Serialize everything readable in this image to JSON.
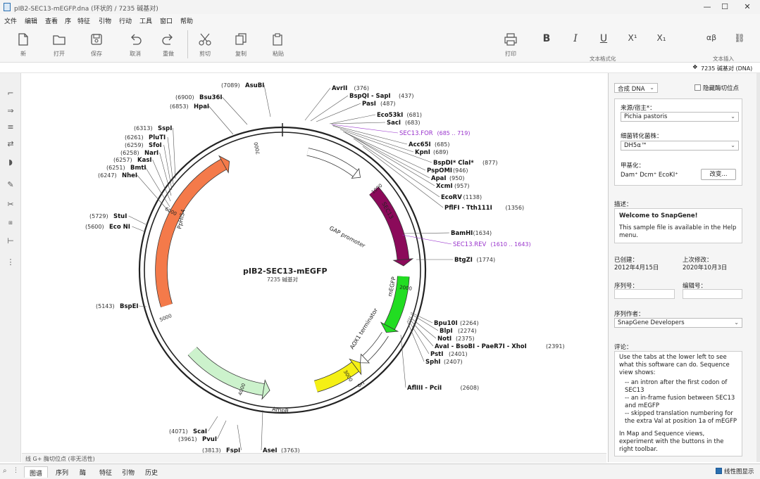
{
  "window": {
    "title": "pIB2-SEC13-mEGFP.dna (环状的 / 7235 碱基对)",
    "min": "—",
    "max": "☐",
    "close": "✕"
  },
  "menu": [
    "文件",
    "编辑",
    "查看",
    "序",
    "特征",
    "引物",
    "行动",
    "工具",
    "窗口",
    "帮助"
  ],
  "toolbar": {
    "new": "新",
    "open": "打开",
    "save": "保存",
    "undo": "取消",
    "redo": "重做",
    "cut": "剪切",
    "copy": "复制",
    "paste": "粘贴",
    "print": "打印",
    "bold": "B",
    "italic": "I",
    "underline": "U",
    "superscript": "X¹",
    "subscript": "X₁",
    "greek": "αβ",
    "link": "⛓",
    "group_format": "文本格式化",
    "group_insert": "文本插入"
  },
  "status": {
    "seq_info": "7235 碱基对 (DNA)"
  },
  "map": {
    "name": "pIB2-SEC13-mEGFP",
    "length": "7235 碱基对",
    "ticks": [
      "7000",
      "1000",
      "2000",
      "3000",
      "4000",
      "5000",
      "6000"
    ],
    "features": {
      "gap": "GAP promoter",
      "sec13": "SEC13",
      "megfp": "mEGFP",
      "aox1": "AOX1 terminator",
      "ori": "ori",
      "ampr": "AmpR",
      "his4": "PpHIS4"
    },
    "left_sites": [
      {
        "pos": "(7089)",
        "name": "AsuBI"
      },
      {
        "pos": "(6900)",
        "name": "Bsu36I"
      },
      {
        "pos": "(6853)",
        "name": "HpaI"
      },
      {
        "pos": "(6313)",
        "name": "SspI"
      },
      {
        "pos": "(6261)",
        "name": "PluTI"
      },
      {
        "pos": "(6259)",
        "name": "SfoI"
      },
      {
        "pos": "(6258)",
        "name": "NarI"
      },
      {
        "pos": "(6257)",
        "name": "KasI"
      },
      {
        "pos": "(6251)",
        "name": "BmtI"
      },
      {
        "pos": "(6247)",
        "name": "NheI"
      },
      {
        "pos": "(5729)",
        "name": "StuI"
      },
      {
        "pos": "(5600)",
        "name": "Eco NI"
      },
      {
        "pos": "(5143)",
        "name": "BspEI"
      },
      {
        "pos": "(4071)",
        "name": "ScaI"
      },
      {
        "pos": "(3961)",
        "name": "PvuI"
      },
      {
        "pos": "(3813)",
        "name": "FspI"
      }
    ],
    "right_sites": [
      {
        "name": "AvrII",
        "pos": "(376)"
      },
      {
        "name": "BspQI - SapI",
        "pos": "(437)"
      },
      {
        "name": "PasI",
        "pos": "(487)"
      },
      {
        "name": "Eco53kI",
        "pos": "(681)"
      },
      {
        "name": "SacI",
        "pos": "(683)"
      },
      {
        "name": "SEC13.FOR",
        "pos": "(685 .. 719)"
      },
      {
        "name": "Acc65I",
        "pos": "(685)"
      },
      {
        "name": "KpnI",
        "pos": "(689)"
      },
      {
        "name": "BspDI* ClaI*",
        "pos": "(877)"
      },
      {
        "name": "PspOMI",
        "pos": "(946)"
      },
      {
        "name": "ApaI",
        "pos": "(950)"
      },
      {
        "name": "XcmI",
        "pos": "(957)"
      },
      {
        "name": "EcoRV",
        "pos": "(1138)"
      },
      {
        "name": "PflFI - Tth111I",
        "pos": "(1356)"
      },
      {
        "name": "BamHI",
        "pos": "(1634)"
      },
      {
        "name": "SEC13.REV",
        "pos": "(1610 .. 1643)"
      },
      {
        "name": "BtgZI",
        "pos": "(1774)"
      },
      {
        "name": "Bpu10I",
        "pos": "(2264)"
      },
      {
        "name": "BlpI",
        "pos": "(2274)"
      },
      {
        "name": "NotI",
        "pos": "(2375)"
      },
      {
        "name": "AvaI - BsoBI - PaeR7I - XhoI",
        "pos": "(2391)"
      },
      {
        "name": "PstI",
        "pos": "(2401)"
      },
      {
        "name": "SphI",
        "pos": "(2407)"
      },
      {
        "name": "AflIII - PciI",
        "pos": "(2608)"
      },
      {
        "name": "AseI",
        "pos": "(3763)"
      }
    ]
  },
  "panel": {
    "topology": "合成 DNA",
    "hide_enzymes": "隐藏酶切位点",
    "organism_label": "来源/宿主*：",
    "organism": "Pichia pastoris",
    "strain_label": "细菌转化菌株：",
    "strain": "DH5α™",
    "methylation_label": "甲基化：",
    "methylation": "Dam⁺ Dcm⁺ EcoKI⁺",
    "change_btn": "改变...",
    "description_label": "描述：",
    "desc_title": "Welcome to SnapGene!",
    "desc_body": "This sample file is available in the Help menu.",
    "created_label": "已创建：",
    "created": "2012年4月15日",
    "modified_label": "上次修改：",
    "modified": "2020年10月3日",
    "accession_label": "序列号：",
    "version_label": "编辑号：",
    "author_label": "序列作者：",
    "author": "SnapGene Developers",
    "comments_label": "评论：",
    "comments": [
      "Use the tabs at the lower left to see what this software can do. Sequence view shows:",
      "-- an intron after the first codon of SEC13",
      "-- an in-frame fusion between SEC13 and mEGFP",
      "-- skipped translation numbering for the extra Val at position 1a of mEGFP",
      "In Map and Sequence views, experiment with the buttons in the right toolbar."
    ],
    "linear_map": "线性图显示"
  },
  "bottom": {
    "strip": "线    G+ 酶切位点 (非无活性)"
  },
  "tabs": [
    "图谱",
    "序列",
    "酶",
    "特征",
    "引物",
    "历史"
  ]
}
